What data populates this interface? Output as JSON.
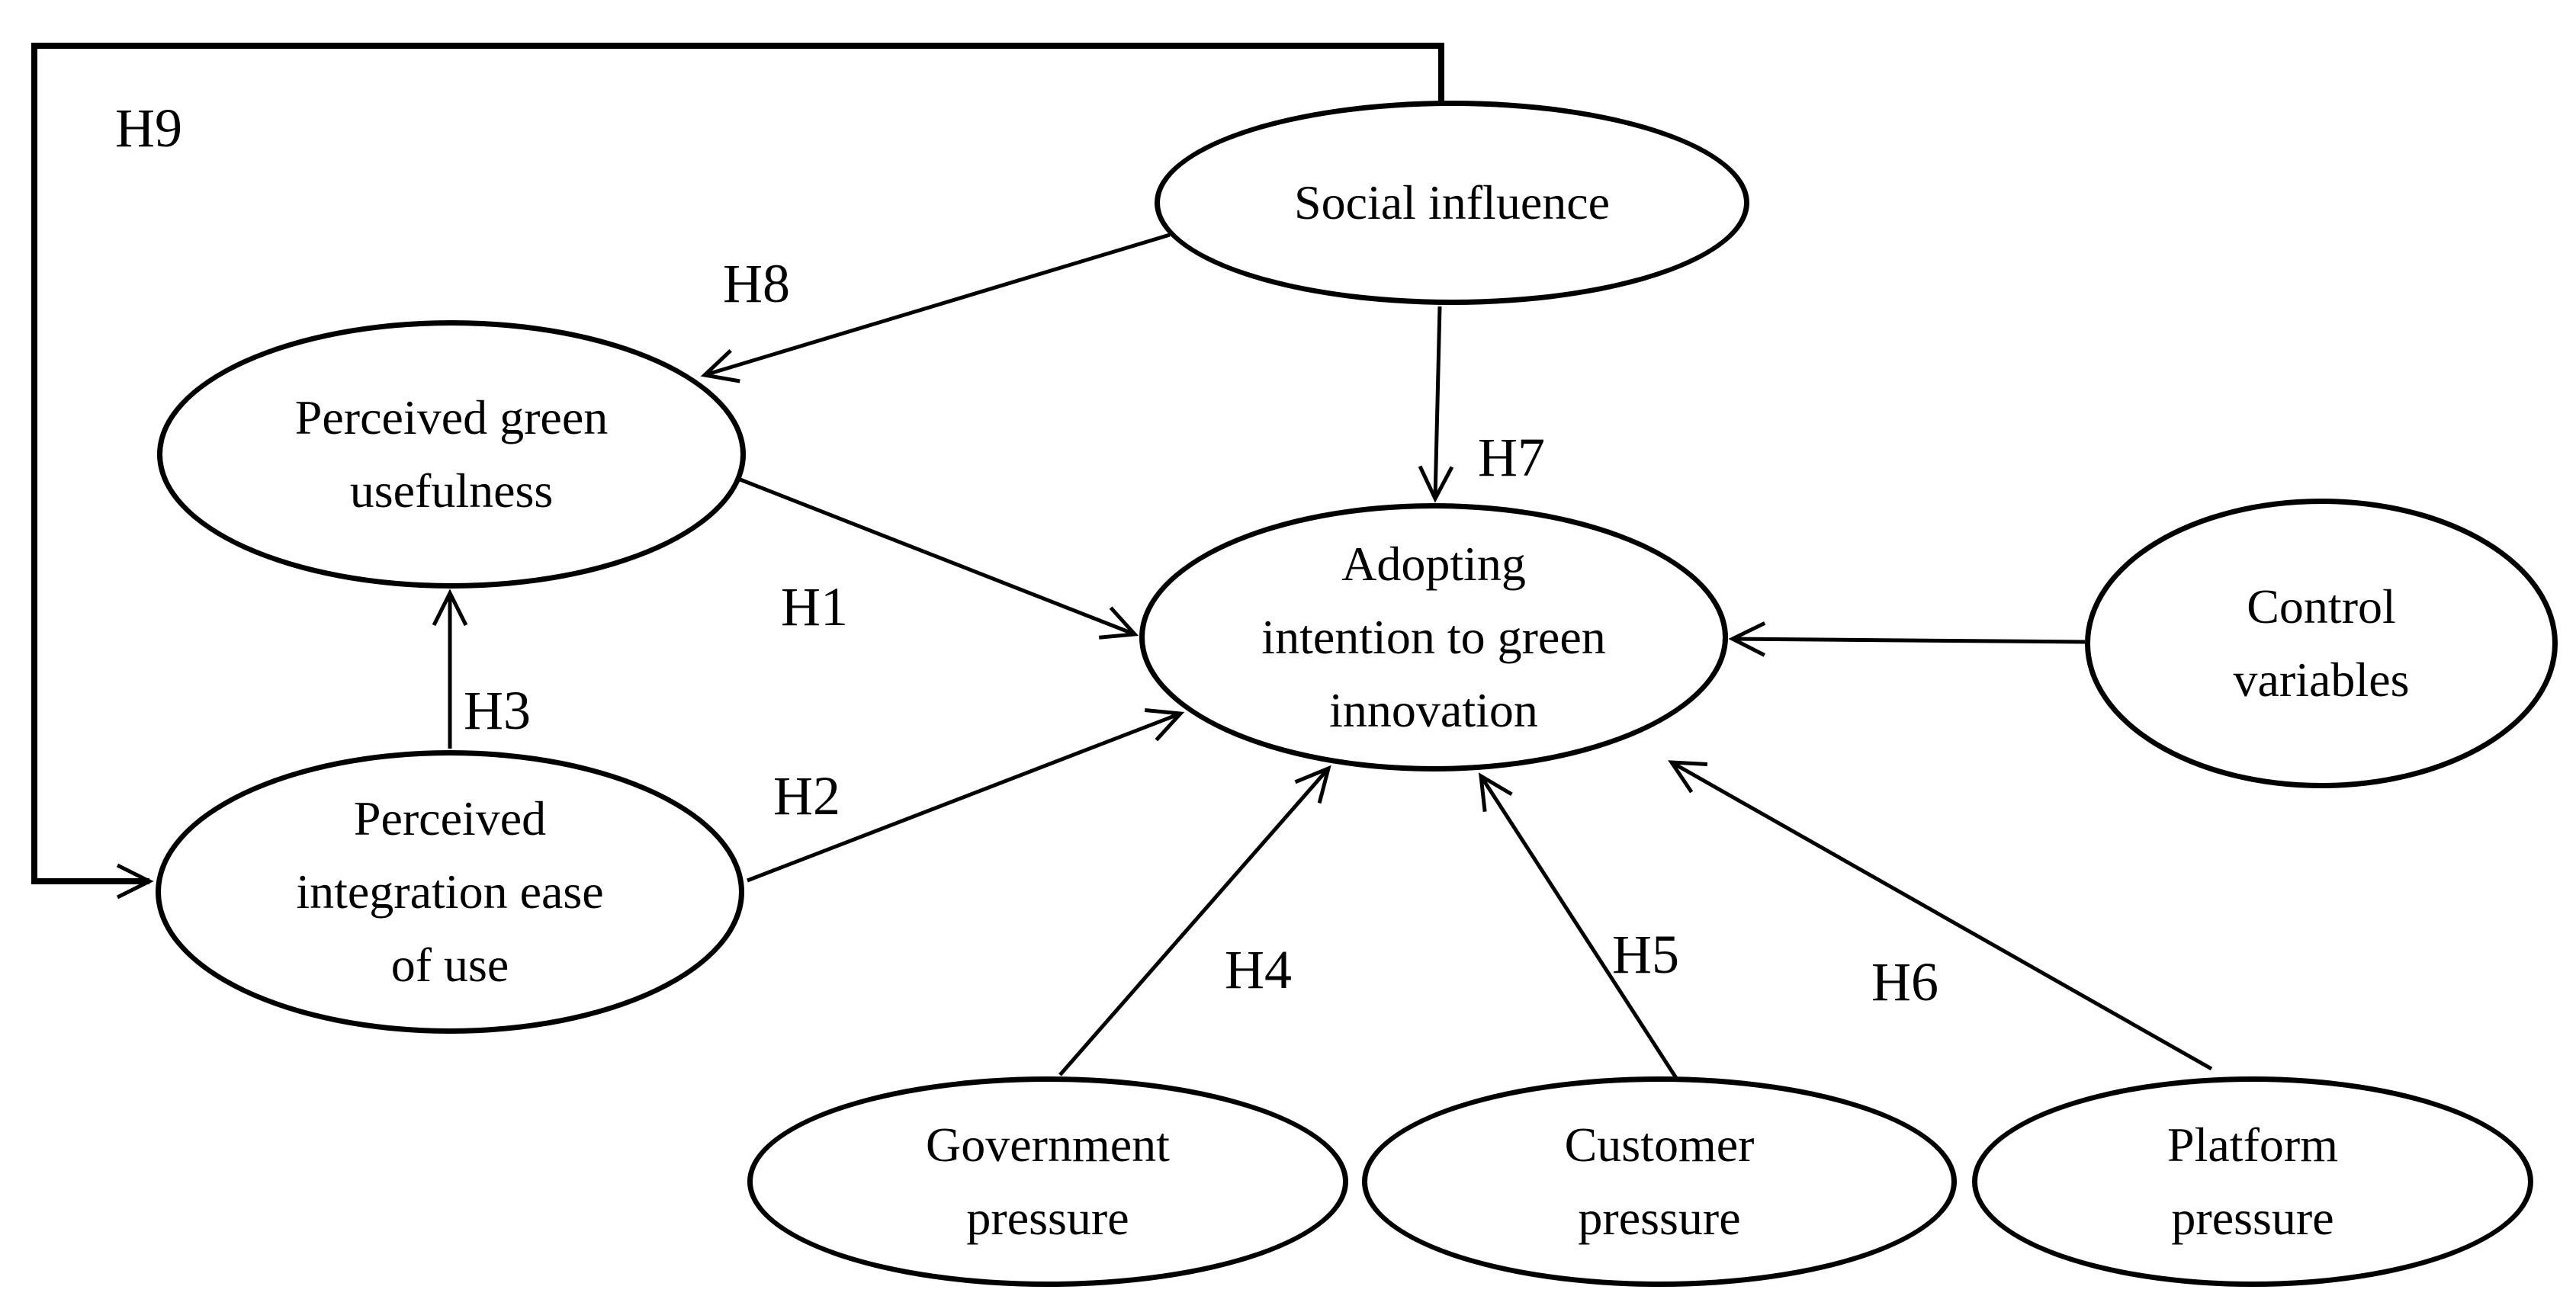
{
  "diagram": {
    "background_color": "#ffffff",
    "line_color": "#000000",
    "nodes": {
      "social_influence": {
        "label": "Social influence"
      },
      "perceived_green_usefulness": {
        "label": "Perceived green\nusefulness"
      },
      "perceived_integration_ease_of_use": {
        "label": "Perceived\nintegration ease\nof use"
      },
      "adopting_intention": {
        "label": "Adopting\nintention to green\ninnovation"
      },
      "control_variables": {
        "label": "Control\nvariables"
      },
      "government_pressure": {
        "label": "Government\npressure"
      },
      "customer_pressure": {
        "label": "Customer\npressure"
      },
      "platform_pressure": {
        "label": "Platform\npressure"
      }
    },
    "hypotheses": {
      "h1": {
        "label": "H1",
        "from": "perceived_green_usefulness",
        "to": "adopting_intention"
      },
      "h2": {
        "label": "H2",
        "from": "perceived_integration_ease_of_use",
        "to": "adopting_intention"
      },
      "h3": {
        "label": "H3",
        "from": "perceived_integration_ease_of_use",
        "to": "perceived_green_usefulness"
      },
      "h4": {
        "label": "H4",
        "from": "government_pressure",
        "to": "adopting_intention"
      },
      "h5": {
        "label": "H5",
        "from": "customer_pressure",
        "to": "adopting_intention"
      },
      "h6": {
        "label": "H6",
        "from": "platform_pressure",
        "to": "adopting_intention"
      },
      "h7": {
        "label": "H7",
        "from": "social_influence",
        "to": "adopting_intention"
      },
      "h8": {
        "label": "H8",
        "from": "social_influence",
        "to": "perceived_green_usefulness"
      },
      "h9": {
        "label": "H9",
        "from": "social_influence",
        "to": "perceived_integration_ease_of_use"
      },
      "control_edge": {
        "label": "",
        "from": "control_variables",
        "to": "adopting_intention"
      }
    }
  }
}
